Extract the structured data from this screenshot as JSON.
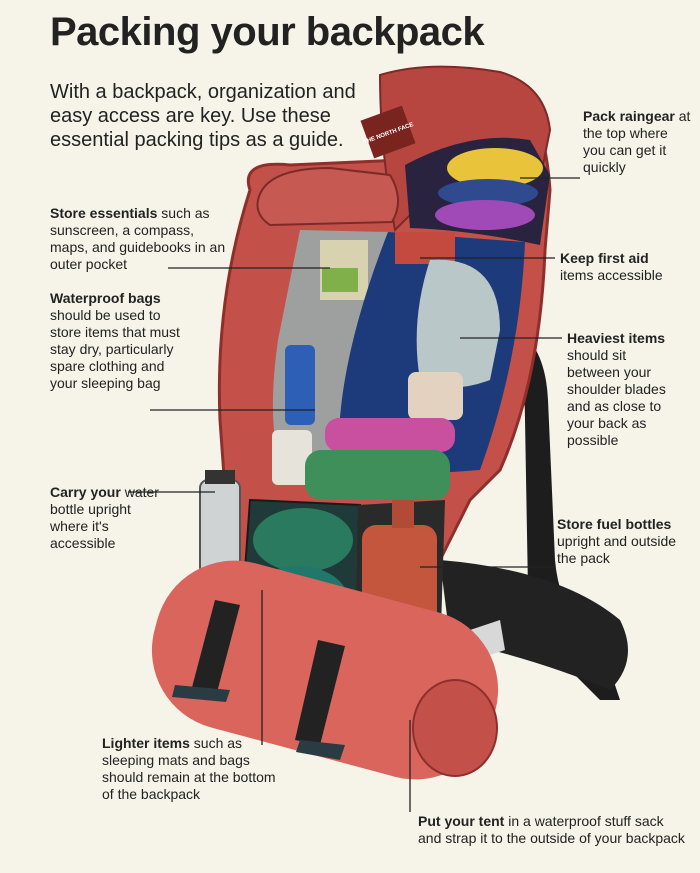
{
  "title": "Packing your backpack",
  "intro": "With a backpack, organization and easy access are key. Use these essential packing tips as a guide.",
  "brand_logo_text": "THE NORTH FACE",
  "notes": {
    "essentials": {
      "bold": "Store essentials",
      "text": " such as sunscreen, a compass, maps, and guidebooks in an outer pocket"
    },
    "waterproof": {
      "bold": "Waterproof bags",
      "text": " should be used to store items that must stay dry, particularly spare clothing and your sleeping bag"
    },
    "water_bottle": {
      "bold": "Carry your",
      "text": " water bottle upright where it's accessible"
    },
    "lighter": {
      "bold": "Lighter items",
      "text": " such as sleeping mats and bags should remain at the bottom of the backpack"
    },
    "raingear": {
      "bold": "Pack raingear",
      "text": " at the top where you can get it quickly"
    },
    "first_aid": {
      "bold": "Keep first aid",
      "text": " items accessible"
    },
    "heaviest": {
      "bold": "Heaviest items",
      "text": " should sit between your shoulder blades and as close to your back as possible"
    },
    "fuel": {
      "bold": "Store fuel bottles",
      "text": " upright and outside the pack"
    },
    "tent": {
      "bold": "Put your tent",
      "text": " in a waterproof stuff sack and strap it to the outside of your backpack"
    }
  },
  "colors": {
    "background": "#f6f3e8",
    "pack_red": "#c4504a",
    "pack_dark": "#8e2f2c",
    "strap": "#1d1d1d",
    "tent": "#d9655c"
  }
}
